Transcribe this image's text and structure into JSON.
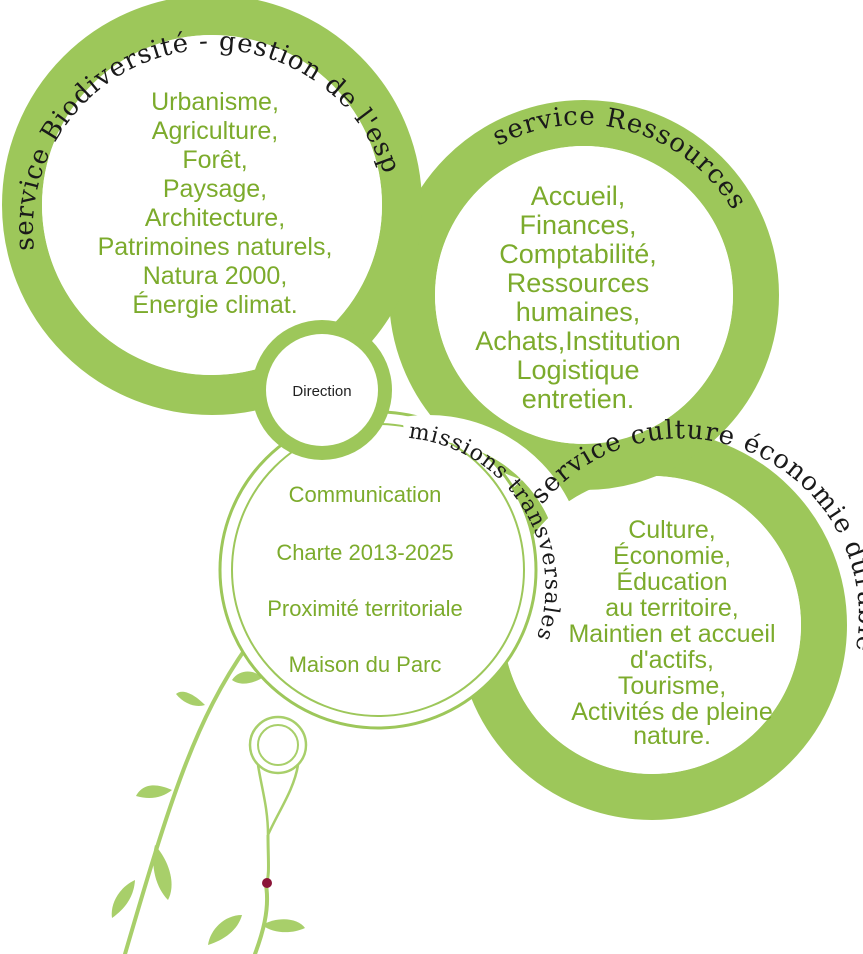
{
  "colors": {
    "ring_green": "#9dc75a",
    "text_green": "#7cab2c",
    "stem_green": "#a8cf6a",
    "dot": "#8b1538"
  },
  "biodiversite": {
    "title": "service Biodiversité - gestion de l'espace",
    "items": [
      "Urbanisme,",
      "Agriculture,",
      "Forêt,",
      "Paysage,",
      "Architecture,",
      "Patrimoines naturels,",
      "Natura 2000,",
      "Énergie climat."
    ]
  },
  "ressources": {
    "title": "service Ressources",
    "items": [
      "Accueil,",
      "Finances,",
      "Comptabilité,",
      "Ressources",
      "humaines,",
      "Achats,Institution",
      "Logistique",
      "entretien."
    ]
  },
  "direction": {
    "label": "Direction"
  },
  "transversales": {
    "title": "missions transversales",
    "items": [
      "Communication",
      "Charte 2013-2025",
      "Proximité territoriale",
      "Maison du Parc"
    ]
  },
  "culture": {
    "title": "service culture économie durable",
    "items": [
      "Culture,",
      "Économie,",
      "Éducation",
      "au territoire,",
      "Maintien et accueil",
      "d'actifs,",
      "Tourisme,",
      "Activités de pleine",
      "nature."
    ]
  }
}
